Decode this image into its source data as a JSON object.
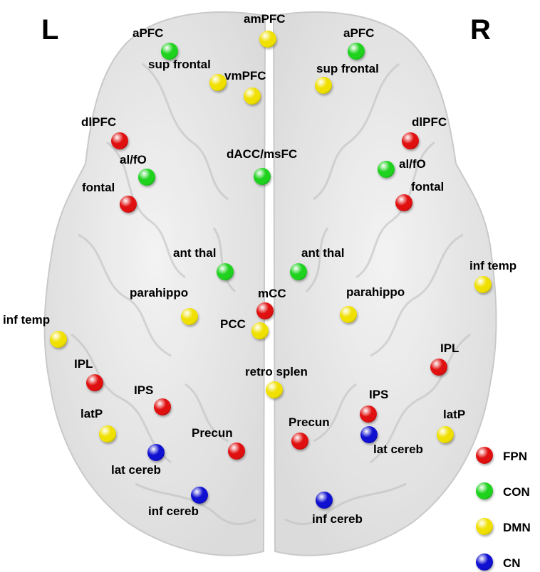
{
  "side_labels": {
    "left": "L",
    "right": "R"
  },
  "colors": {
    "FPN": "#e01010",
    "CON": "#1ed21e",
    "DMN": "#f0e000",
    "CN": "#1010d0",
    "brain": "#cfcfcf"
  },
  "nodes": [
    {
      "label": "aPFC",
      "network": "CON"
    },
    {
      "label": "aPFC",
      "network": "CON"
    },
    {
      "label": "amPFC",
      "network": "DMN"
    },
    {
      "label": "sup frontal",
      "network": "DMN"
    },
    {
      "label": "sup frontal",
      "network": "DMN"
    },
    {
      "label": "vmPFC",
      "network": "DMN"
    },
    {
      "label": "dlPFC",
      "network": "FPN"
    },
    {
      "label": "dlPFC",
      "network": "FPN"
    },
    {
      "label": "dACC/msFC",
      "network": "CON"
    },
    {
      "label": "al/fO",
      "network": "CON"
    },
    {
      "label": "al/fO",
      "network": "CON"
    },
    {
      "label": "fontal",
      "network": "FPN"
    },
    {
      "label": "fontal",
      "network": "FPN"
    },
    {
      "label": "ant thal",
      "network": "CON"
    },
    {
      "label": "ant thal",
      "network": "CON"
    },
    {
      "label": "inf temp",
      "network": "DMN"
    },
    {
      "label": "inf temp",
      "network": "DMN"
    },
    {
      "label": "parahippo",
      "network": "DMN"
    },
    {
      "label": "parahippo",
      "network": "DMN"
    },
    {
      "label": "mCC",
      "network": "FPN"
    },
    {
      "label": "PCC",
      "network": "DMN"
    },
    {
      "label": "IPL",
      "network": "FPN"
    },
    {
      "label": "IPL",
      "network": "FPN"
    },
    {
      "label": "retro splen",
      "network": "DMN"
    },
    {
      "label": "IPS",
      "network": "FPN"
    },
    {
      "label": "IPS",
      "network": "FPN"
    },
    {
      "label": "latP",
      "network": "DMN"
    },
    {
      "label": "latP",
      "network": "DMN"
    },
    {
      "label": "Precun",
      "network": "FPN"
    },
    {
      "label": "Precun",
      "network": "FPN"
    },
    {
      "label": "lat cereb",
      "network": "CN"
    },
    {
      "label": "lat cereb",
      "network": "CN"
    },
    {
      "label": "inf cereb",
      "network": "CN"
    },
    {
      "label": "inf cereb",
      "network": "CN"
    }
  ],
  "legend": [
    {
      "label": "FPN",
      "network": "FPN"
    },
    {
      "label": "CON",
      "network": "CON"
    },
    {
      "label": "DMN",
      "network": "DMN"
    },
    {
      "label": "CN",
      "network": "CN"
    }
  ]
}
